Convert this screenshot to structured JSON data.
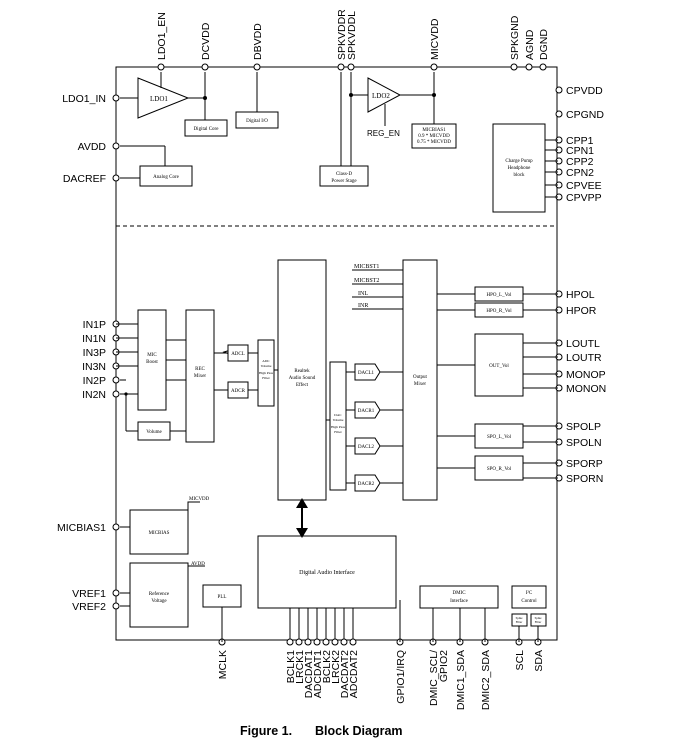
{
  "caption": {
    "figure": "Figure 1.",
    "title": "Block Diagram"
  },
  "pins_top": [
    "LDO1_EN",
    "DCVDD",
    "DBVDD",
    "SPKVDDR",
    "SPKVDDL",
    "MICVDD",
    "SPKGND",
    "AGND",
    "DGND"
  ],
  "pins_left": [
    "LDO1_IN",
    "AVDD",
    "DACREF",
    "IN1P",
    "IN1N",
    "IN3P",
    "IN3N",
    "IN2P",
    "IN2N",
    "MICBIAS1",
    "VREF1",
    "VREF2"
  ],
  "pins_right": [
    "CPVDD",
    "CPGND",
    "CPP1",
    "CPN1",
    "CPP2",
    "CPN2",
    "CPVEE",
    "CPVPP",
    "HPOL",
    "HPOR",
    "LOUTL",
    "LOUTR",
    "MONOP",
    "MONON",
    "SPOLP",
    "SPOLN",
    "SPORP",
    "SPORN"
  ],
  "pins_bottom": [
    "MCLK",
    "BCLK1",
    "LRCK1",
    "DACDAT1",
    "ADCDAT1",
    "BCLK2",
    "LRCK2",
    "DACDAT2",
    "ADCDAT2",
    "GPIO1/IRQ",
    "DMIC_SCL/\nGPIO2",
    "DMIC1_SDA",
    "DMIC2_SDA",
    "SCL",
    "SDA"
  ],
  "blocks": {
    "ldo1": "LDO1",
    "ldo2": "LDO2",
    "reg_en": "REG_EN",
    "digital_core": "Digital Core",
    "digital_io": "Digital I/O",
    "analog_core": "Analog Core",
    "class_d": [
      "Class-D",
      "Power Stage"
    ],
    "micbias_top": [
      "MICBIAS1",
      "0.9 * MICVDD",
      "0.75 * MICVDD"
    ],
    "charge_pump": [
      "Charge Pump",
      "Headphone",
      "block"
    ],
    "mic_boost": [
      "MIC",
      "Boost"
    ],
    "rec_mixer": [
      "REC",
      "Mixer"
    ],
    "volume": "Volume",
    "adcl": "ADCL",
    "adcr": "ADCR",
    "adc_filter": [
      "ADC",
      "Volume",
      "High Pass",
      "Filter"
    ],
    "rase": [
      "Realtek",
      "Audio Sound",
      "Effect"
    ],
    "dac_filter": [
      "DAC",
      "Volume",
      "High Pass",
      "Filter"
    ],
    "dacs": [
      "DACL1",
      "DACR1",
      "DACL2",
      "DACR2"
    ],
    "output_mixer": [
      "Output",
      "Mixer"
    ],
    "mix_inputs": [
      "MICBST1",
      "MICBST2",
      "INL",
      "INR"
    ],
    "hpo_l": "HPO_L_Vol",
    "hpo_r": "HPO_R_Vol",
    "out_vol": "OUT_Vol",
    "spo_l": "SPO_L_Vol",
    "spo_r": "SPO_R_Vol",
    "micbias": "MICBIAS",
    "micvdd_small": "MICVDD",
    "avdd_small": "AVDD",
    "ref_voltage": [
      "Reference",
      "Voltage"
    ],
    "pll": "PLL",
    "dai": "Digital Audio Interface",
    "dmic_if": [
      "DMIC",
      "Interface"
    ],
    "i2c": "I²C",
    "i2c_control": "Control",
    "spike": [
      "Spike",
      "Filter"
    ]
  }
}
